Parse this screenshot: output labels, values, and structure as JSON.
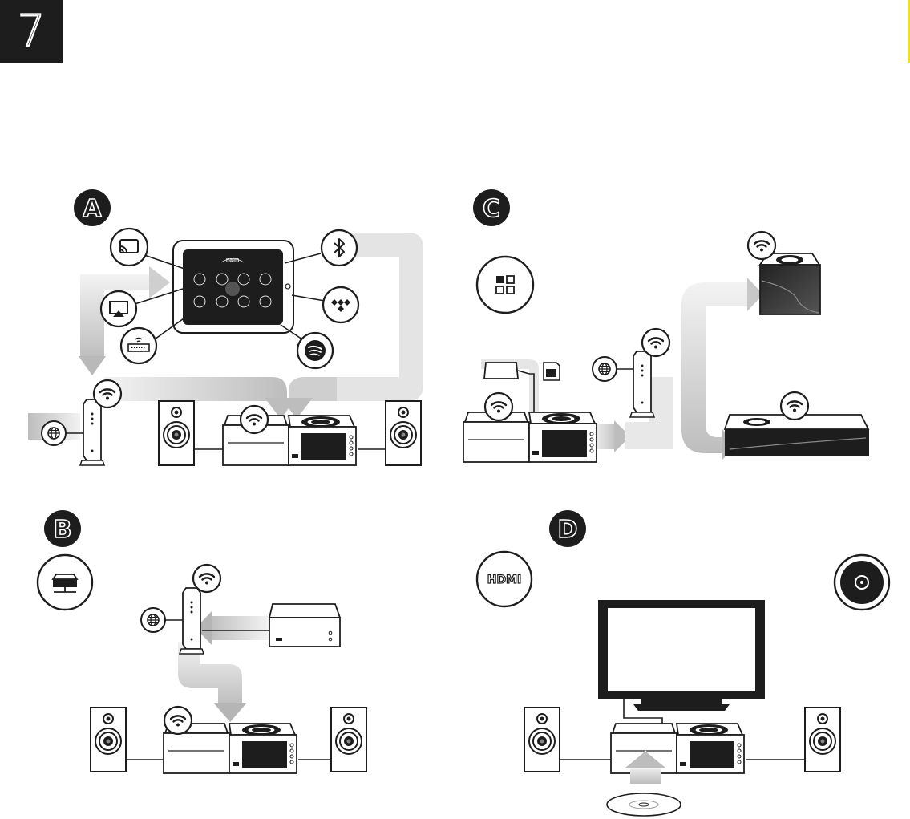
{
  "page": {
    "number": "7",
    "accent_color": "#f5e400",
    "ink_color": "#1d1d1d",
    "arrow_color": "#dcdcdc"
  },
  "panels": [
    {
      "id": "A",
      "letter": "A",
      "icons": [
        "chromecast-icon",
        "airplay-icon",
        "upnp-server-icon",
        "bluetooth-icon",
        "tidal-icon",
        "spotify-icon",
        "wifi-icon",
        "internet-globe-icon"
      ]
    },
    {
      "id": "B",
      "letter": "B",
      "icons": [
        "network-storage-icon",
        "wifi-icon",
        "internet-globe-icon"
      ]
    },
    {
      "id": "C",
      "letter": "C",
      "icons": [
        "multiroom-grid-icon",
        "wifi-icon",
        "internet-globe-icon",
        "sd-card-icon",
        "usb-drive-icon"
      ]
    },
    {
      "id": "D",
      "letter": "D",
      "icons": [
        "hdmi-icon",
        "cd-icon"
      ]
    }
  ],
  "tablet": {
    "brand": "naim"
  },
  "hdmi": {
    "label": "HDMI"
  }
}
